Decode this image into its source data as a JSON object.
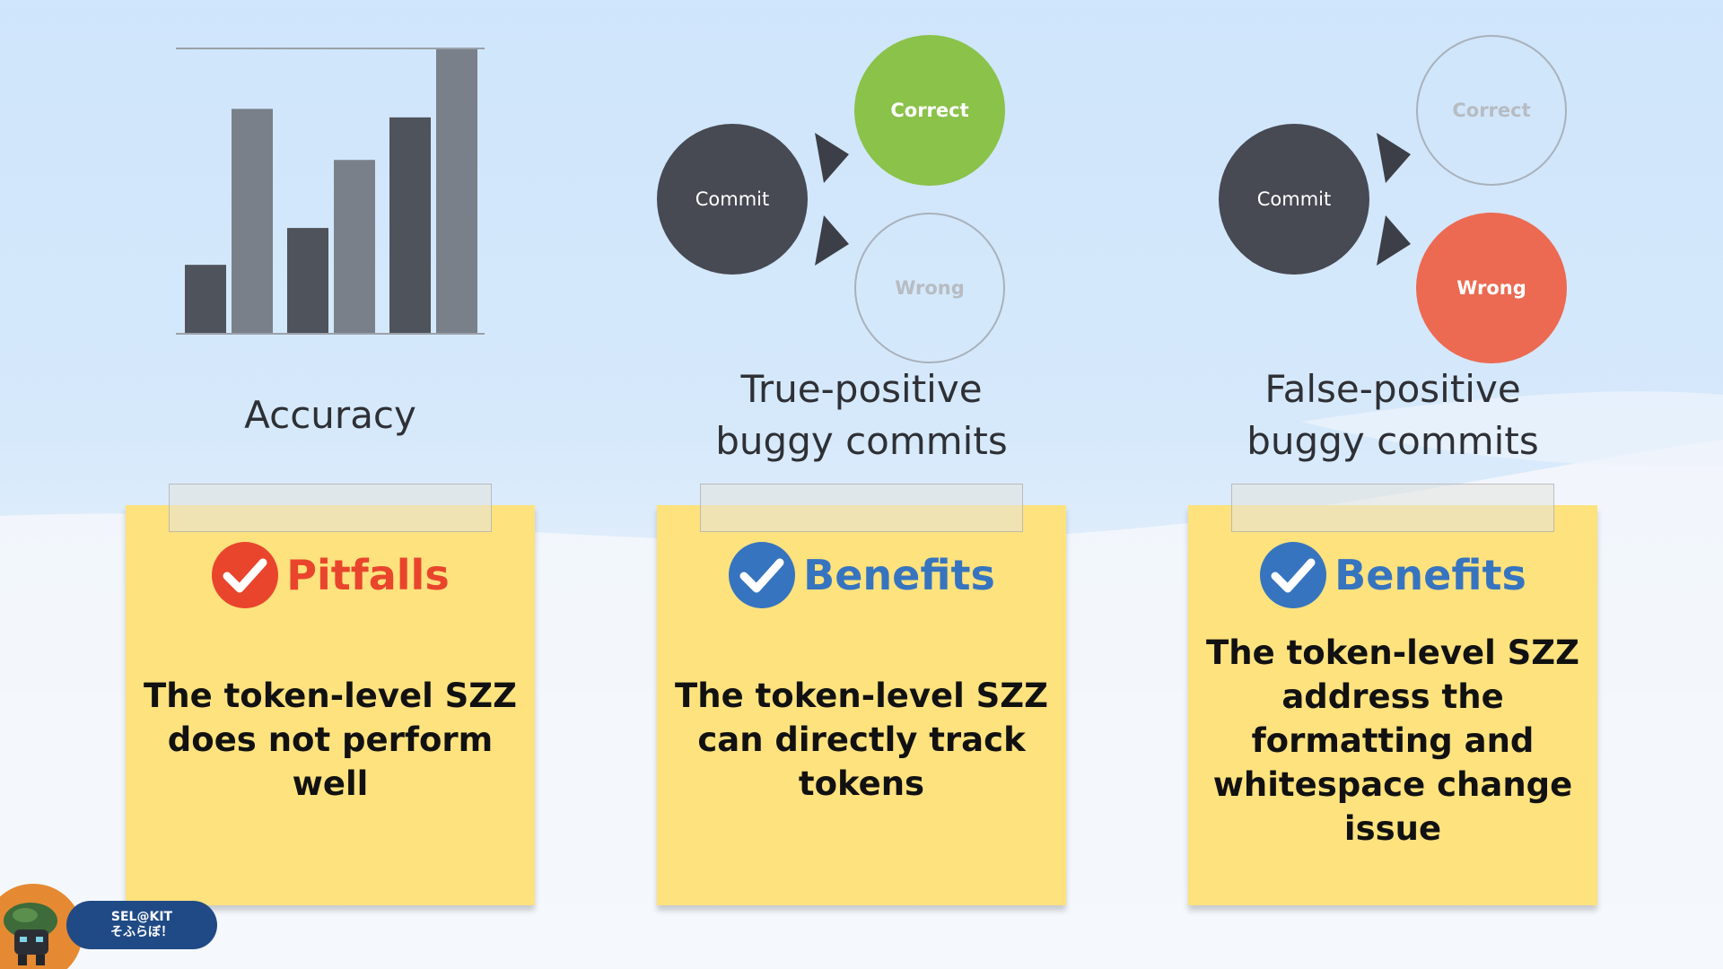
{
  "slide": {
    "chart": {
      "icon": "bar-chart-icon",
      "series_a": [
        0.24,
        0.37,
        0.76
      ],
      "series_b": [
        0.79,
        0.61,
        1.0
      ],
      "color_dark": "#4f535b",
      "color_light": "#7a8089",
      "caption": "Accuracy"
    },
    "true_positive": {
      "commit": "Commit",
      "correct": "Correct",
      "wrong": "Wrong",
      "caption": "True-positive\nbuggy commits",
      "highlight_color": "#8ac24a"
    },
    "false_positive": {
      "commit": "Commit",
      "correct": "Correct",
      "wrong": "Wrong",
      "caption": "False-positive\nbuggy commits",
      "highlight_color": "#ec6a52"
    },
    "notes": [
      {
        "label": "Pitfalls",
        "icon": "check-circle-icon",
        "color": "#e9452c",
        "text": "The token-level SZZ\ndoes not perform\nwell"
      },
      {
        "label": "Benefits",
        "icon": "check-circle-icon",
        "color": "#3674bf",
        "text": "The token-level SZZ\ncan directly track\ntokens"
      },
      {
        "label": "Benefits",
        "icon": "check-circle-icon",
        "color": "#3674bf",
        "text": "The token-level SZZ\naddress the\nformatting and\nwhitespace change\nissue"
      }
    ],
    "footer": {
      "logo_line1": "SEL@KIT",
      "logo_line2": "そふらぼ！"
    }
  }
}
